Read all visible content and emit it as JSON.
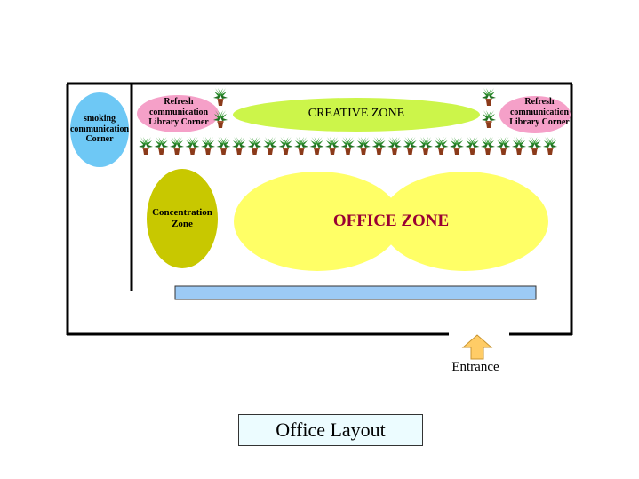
{
  "labels": {
    "smoking": [
      "smoking",
      "communication",
      "Corner"
    ],
    "refresh_left": [
      "Refresh",
      "communication",
      "Library Corner"
    ],
    "refresh_right": [
      "Refresh",
      "communication",
      "Library Corner"
    ],
    "creative_zone": "CREATIVE ZONE",
    "concentration": [
      "Concentration",
      "Zone"
    ],
    "office_zone": "OFFICE ZONE",
    "entrance": "Entrance",
    "title": "Office Layout"
  },
  "colors": {
    "smoking_zone": "#6ec8f5",
    "refresh_zone": "#f5a0c8",
    "creative_zone": "#ccf54a",
    "concentration_zone": "#c8c800",
    "office_zone": "#ffff66",
    "office_zone_text": "#990033",
    "counter": "#9ccaf5",
    "entrance_arrow": "#ffcc66",
    "title_bg": "#ecfcff"
  },
  "icons": {
    "plant": "potted-plant-icon",
    "arrow": "up-arrow-icon"
  }
}
